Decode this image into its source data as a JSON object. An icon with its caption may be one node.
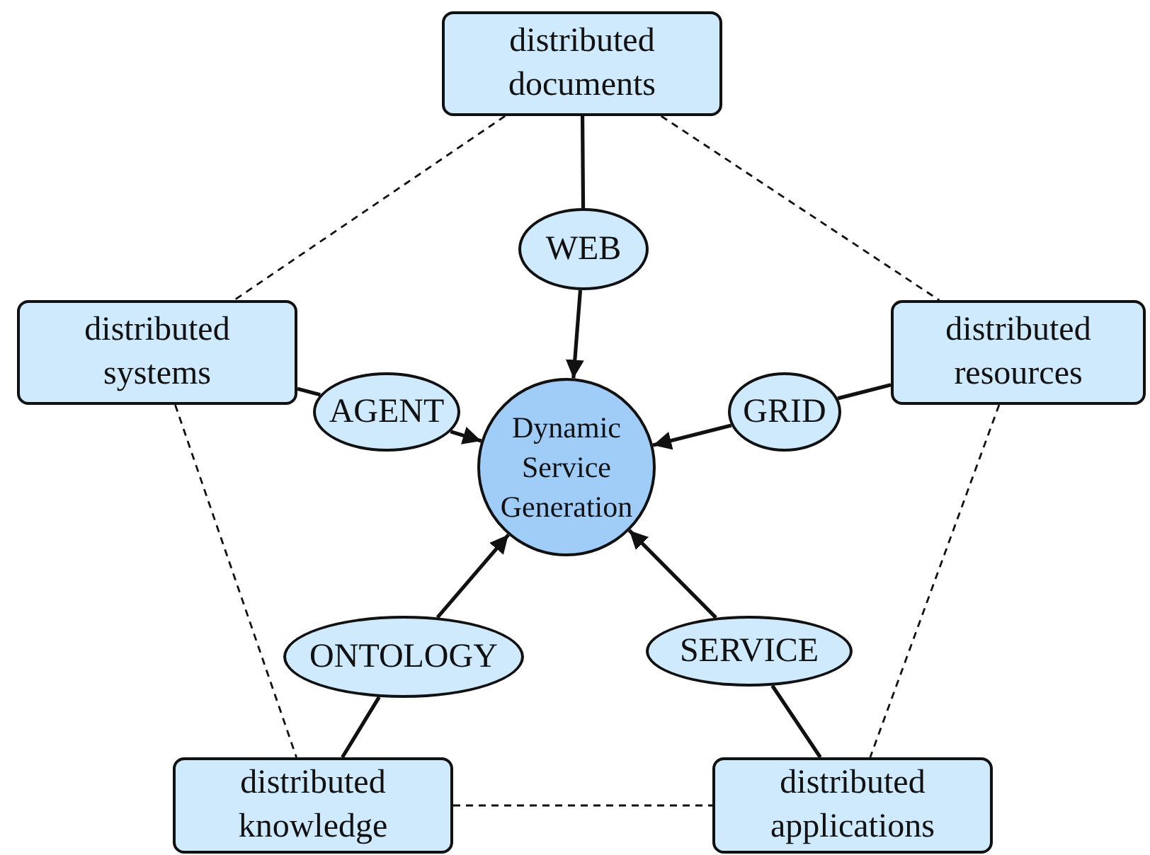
{
  "diagram": {
    "nodes": [
      {
        "text": [
          "distributed documents"
        ]
      },
      {
        "text": [
          "WEB"
        ]
      },
      {
        "text": [
          "distributed systems"
        ]
      },
      {
        "text": [
          "AGENT"
        ]
      },
      {
        "text": [
          "Dynamic Service Generation"
        ]
      },
      {
        "text": [
          "GRID"
        ]
      },
      {
        "text": [
          "distributed resources"
        ]
      },
      {
        "text": [
          "ONTOLOGY"
        ]
      },
      {
        "text": [
          "SERVICE"
        ]
      },
      {
        "text": [
          "distributed knowledge"
        ]
      },
      {
        "text": [
          "distributed applications"
        ]
      }
    ],
    "edges": [
      {
        "from": 0,
        "to": 1,
        "arrow": "none"
      },
      {
        "from": 1,
        "to": 4,
        "arrow": "to"
      },
      {
        "from": 2,
        "to": 3,
        "arrow": "none"
      },
      {
        "from": 3,
        "to": 4,
        "arrow": "to"
      },
      {
        "from": 6,
        "to": 5,
        "arrow": "none"
      },
      {
        "from": 5,
        "to": 4,
        "arrow": "to"
      },
      {
        "from": 9,
        "to": 7,
        "arrow": "none"
      },
      {
        "from": 7,
        "to": 4,
        "arrow": "to"
      },
      {
        "from": 10,
        "to": 8,
        "arrow": "none"
      },
      {
        "from": 8,
        "to": 4,
        "arrow": "to"
      },
      {
        "from": 0,
        "to": 2,
        "arrow": "none",
        "style": "dashed"
      },
      {
        "from": 0,
        "to": 6,
        "arrow": "none",
        "style": "dashed"
      },
      {
        "from": 2,
        "to": 9,
        "arrow": "none",
        "style": "dashed"
      },
      {
        "from": 6,
        "to": 10,
        "arrow": "none",
        "style": "dashed"
      },
      {
        "from": 9,
        "to": 10,
        "arrow": "none",
        "style": "dashed"
      }
    ]
  }
}
